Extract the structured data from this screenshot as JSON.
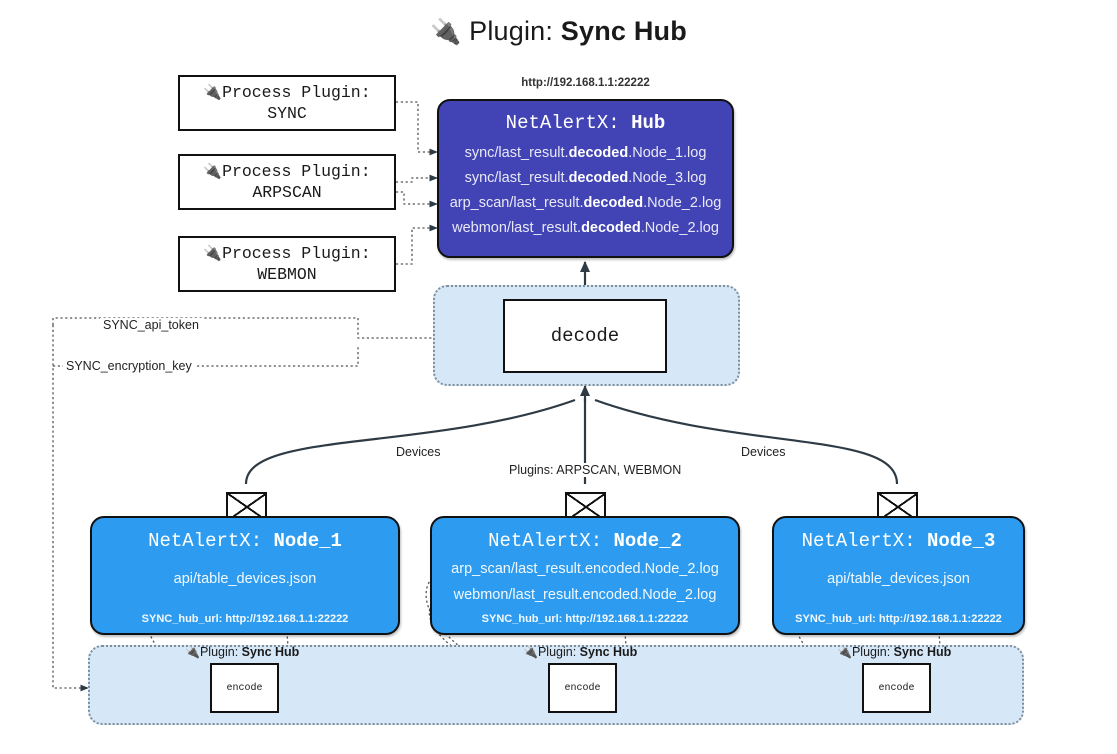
{
  "title": {
    "icon": "plug-icon",
    "lead": "Plugin: ",
    "strong": "Sync Hub"
  },
  "process_plugins": [
    {
      "icon": "plug-icon",
      "line1": "Process Plugin:",
      "line2": "SYNC"
    },
    {
      "icon": "plug-icon",
      "line1": "Process Plugin:",
      "line2": "ARPSCAN"
    },
    {
      "icon": "plug-icon",
      "line1": "Process Plugin:",
      "line2": "WEBMON"
    }
  ],
  "hub": {
    "url": "http://192.168.1.1:22222",
    "title_prefix": "NetAlertX: ",
    "title_name": "Hub",
    "logs": [
      {
        "pre": "sync/last_result.",
        "bold": "decoded",
        "post": ".Node_1.log"
      },
      {
        "pre": "sync/last_result.",
        "bold": "decoded",
        "post": ".Node_3.log"
      },
      {
        "pre": "arp_scan/last_result.",
        "bold": "decoded",
        "post": ".Node_2.log"
      },
      {
        "pre": "webmon/last_result.",
        "bold": "decoded",
        "post": ".Node_2.log"
      }
    ]
  },
  "decode": {
    "label": "decode"
  },
  "config_labels": {
    "api_token": "SYNC_api_token",
    "encryption_key": "SYNC_encryption_key"
  },
  "edge_labels": {
    "devices_left": "Devices",
    "devices_right": "Devices",
    "plugins_mid": "Plugins: ARPSCAN, WEBMON"
  },
  "nodes": [
    {
      "title_prefix": "NetAlertX: ",
      "title_name": "Node_1",
      "lines": [
        "api/table_devices.json"
      ],
      "footer": "SYNC_hub_url: http://192.168.1.1:22222",
      "envelope_icon": "envelope-icon"
    },
    {
      "title_prefix": "NetAlertX: ",
      "title_name": "Node_2",
      "lines": [
        "arp_scan/last_result.encoded.Node_2.log",
        "webmon/last_result.encoded.Node_2.log"
      ],
      "footer": "SYNC_hub_url: http://192.168.1.1:22222",
      "envelope_icon": "envelope-icon"
    },
    {
      "title_prefix": "NetAlertX: ",
      "title_name": "Node_3",
      "lines": [
        "api/table_devices.json"
      ],
      "footer": "SYNC_hub_url: http://192.168.1.1:22222",
      "envelope_icon": "envelope-icon"
    }
  ],
  "encoders": [
    {
      "icon": "plug-icon",
      "label_lead": "Plugin: ",
      "label_strong": "Sync Hub",
      "box_label": "encode"
    },
    {
      "icon": "plug-icon",
      "label_lead": "Plugin: ",
      "label_strong": "Sync Hub",
      "box_label": "encode"
    },
    {
      "icon": "plug-icon",
      "label_lead": "Plugin: ",
      "label_strong": "Sync Hub",
      "box_label": "encode"
    }
  ],
  "colors": {
    "hub_bg": "#4244b5",
    "node_bg": "#2d9cf0",
    "container_bg": "#d6e8f8",
    "stroke": "#111111"
  }
}
